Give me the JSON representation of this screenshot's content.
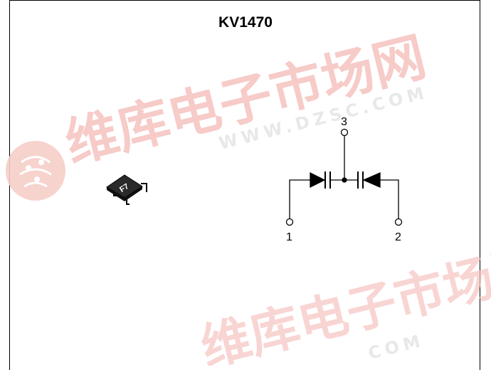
{
  "title": "KV1470",
  "package": {
    "marking": "F7"
  },
  "schematic": {
    "pins": [
      {
        "id": "pin-1",
        "label": "1"
      },
      {
        "id": "pin-2",
        "label": "2"
      },
      {
        "id": "pin-3",
        "label": "3"
      }
    ]
  },
  "watermark": {
    "text": "维库电子市场网",
    "url": "WWW.DZSC.COM",
    "url_fragment": "COM",
    "color": "#f5c6c2"
  }
}
